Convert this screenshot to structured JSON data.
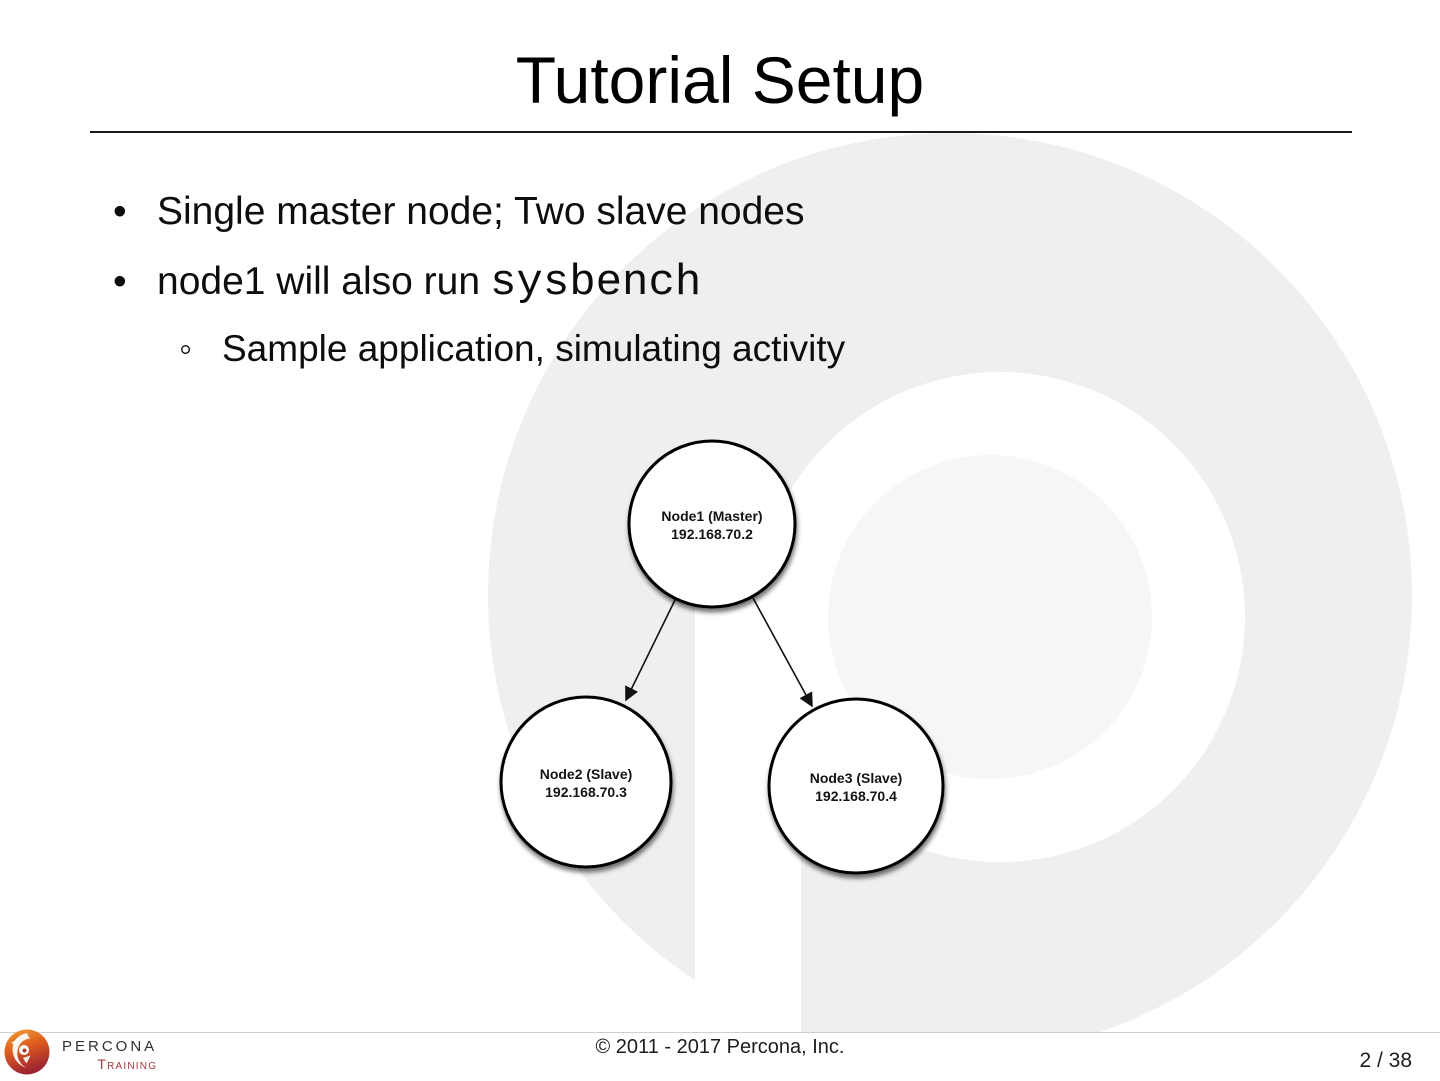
{
  "slide": {
    "title": "Tutorial Setup",
    "bullets": {
      "marker": "•",
      "sub_marker": "◦",
      "item1": "Single master node; Two slave nodes",
      "item2_text": "node1 will also run",
      "item2_code": "sysbench",
      "item3": "Sample application, simulating activity"
    }
  },
  "diagram": {
    "nodes": [
      {
        "name": "Node1 (Master)",
        "ip": "192.168.70.2"
      },
      {
        "name": "Node2 (Slave)",
        "ip": "192.168.70.3"
      },
      {
        "name": "Node3 (Slave)",
        "ip": "192.168.70.4"
      }
    ]
  },
  "footer": {
    "copyright": "© 2011 - 2017 Percona, Inc.",
    "page_number": "2 / 38",
    "brand_name": "PERCONA",
    "brand_sub": "Training"
  },
  "colors": {
    "watermark": "#efeff0",
    "watermark_inner": "#f6f6f7",
    "node_stroke": "#000000",
    "brand_red": "#a13a40",
    "text": "#111111"
  }
}
